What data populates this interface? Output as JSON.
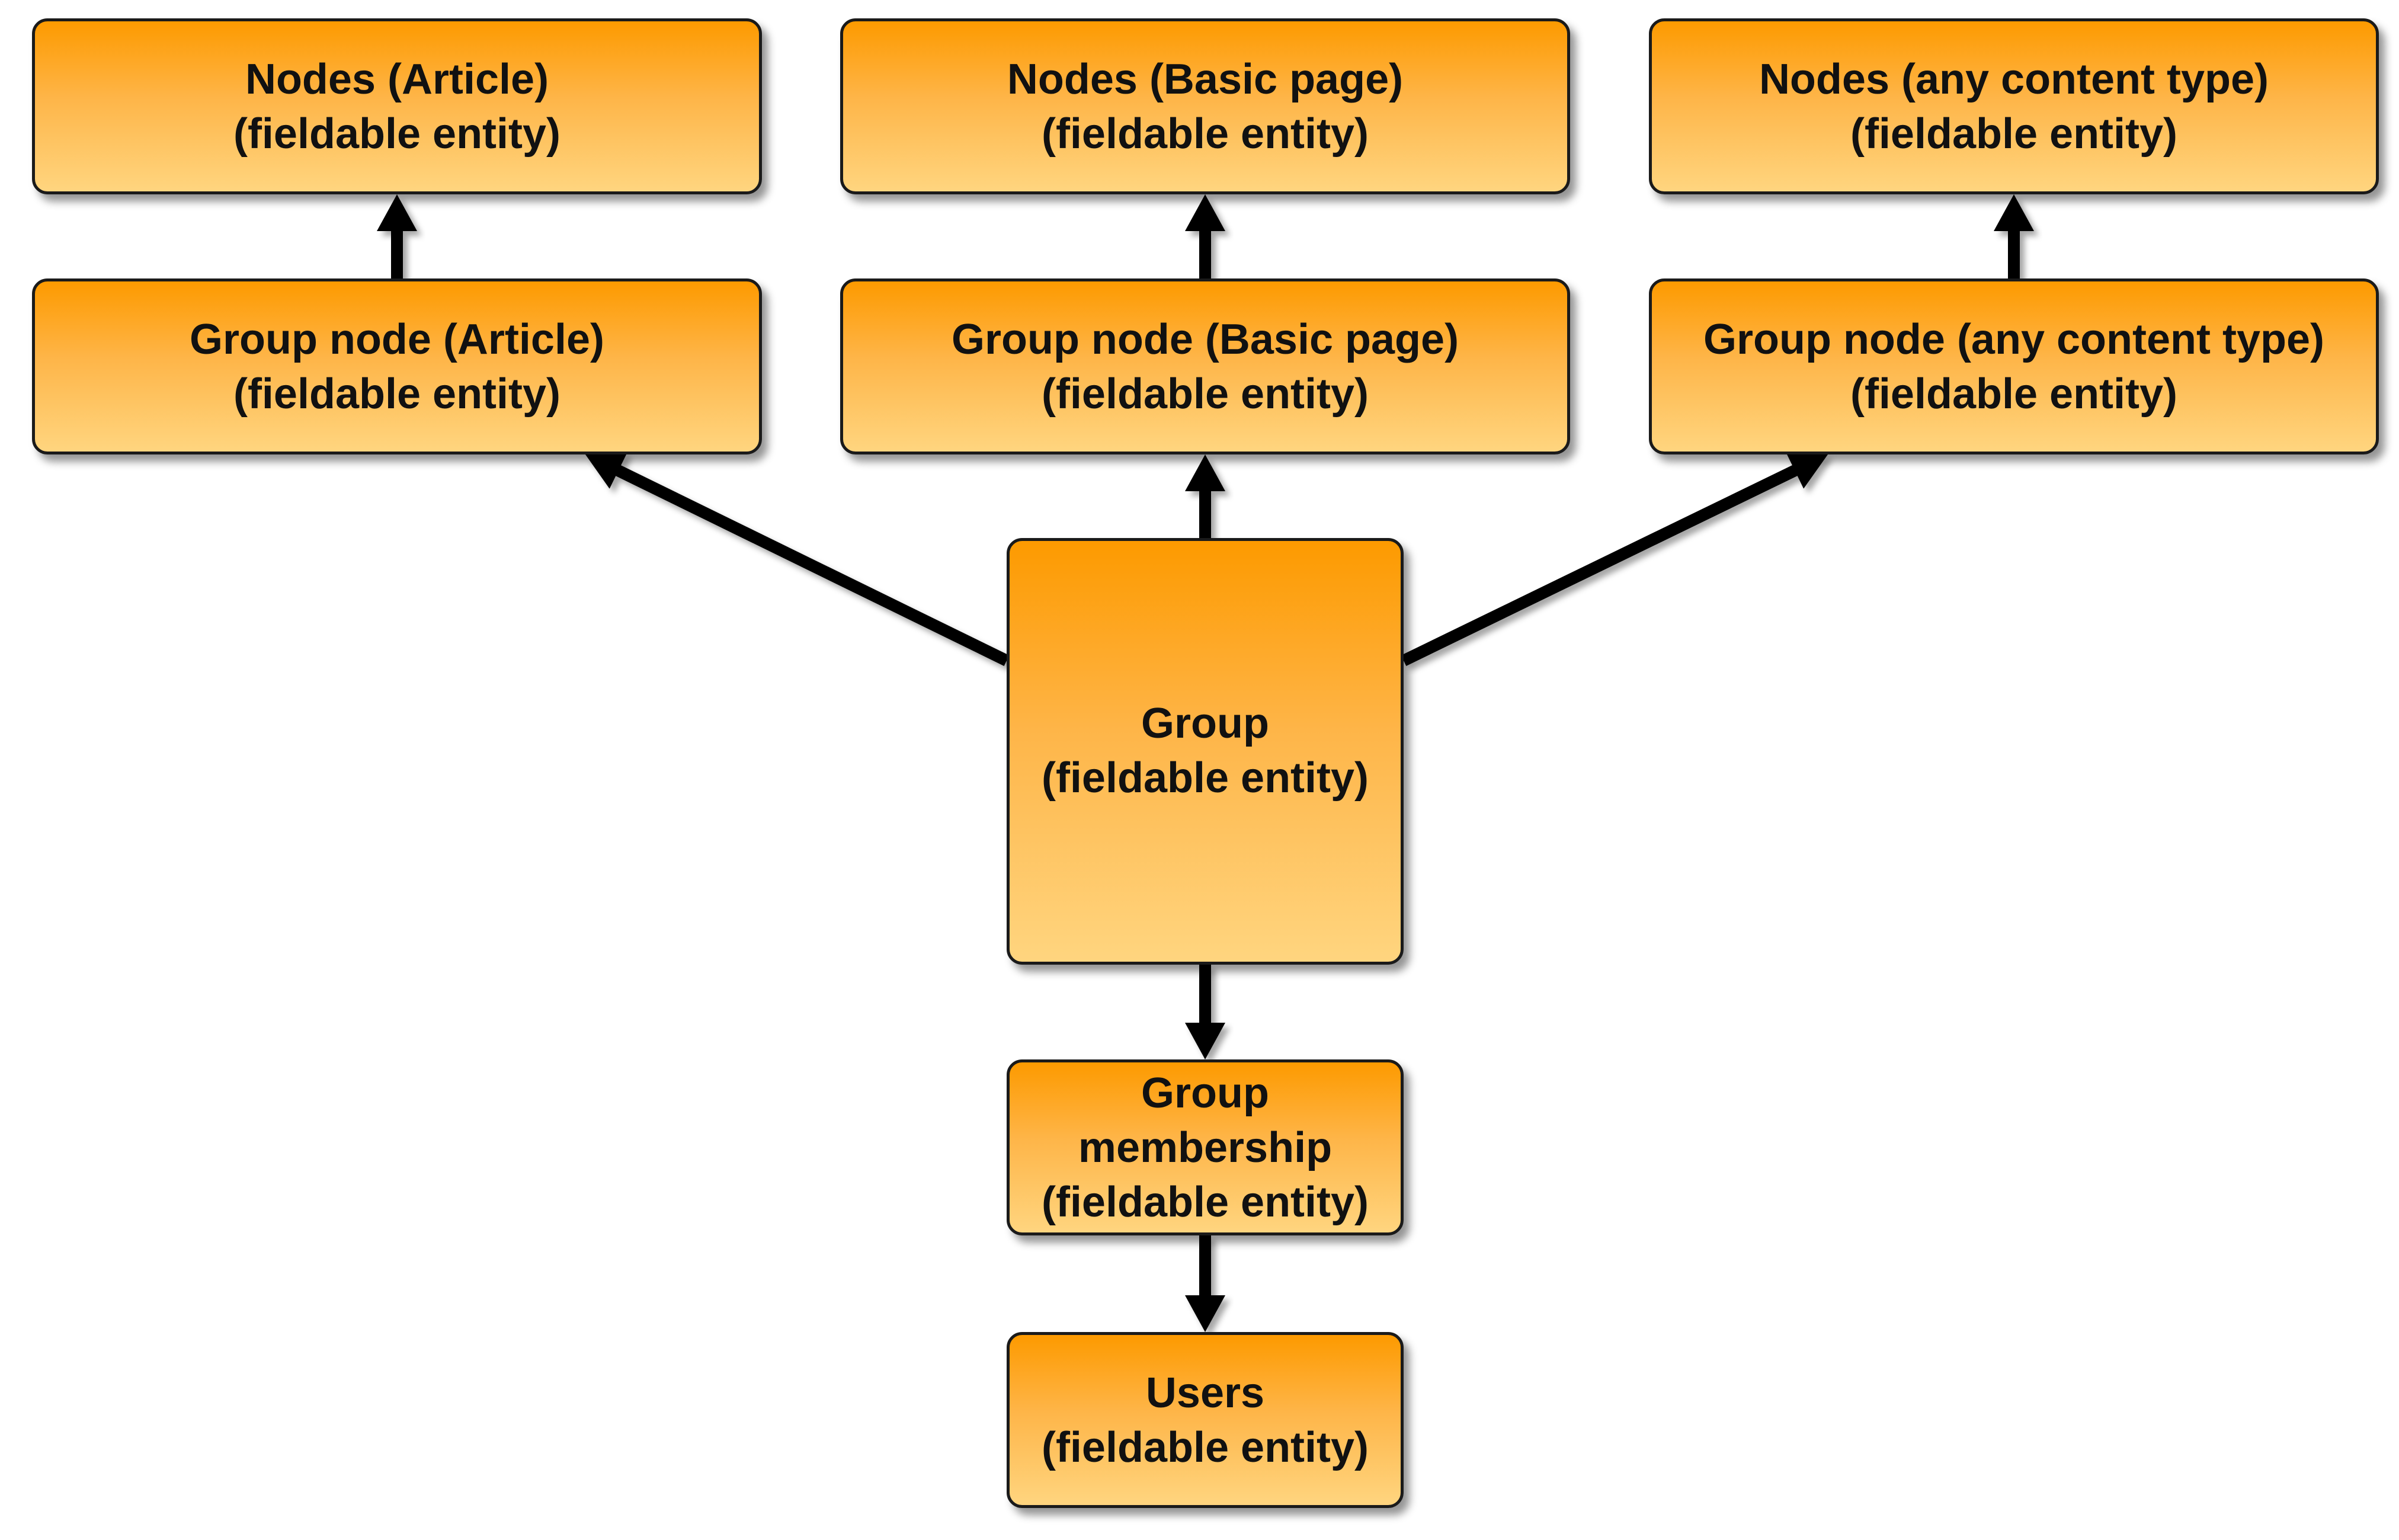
{
  "diagram": {
    "nodes": {
      "nodes_article": {
        "line1": "Nodes (Article)",
        "line2": "(fieldable entity)"
      },
      "nodes_basic_page": {
        "line1": "Nodes (Basic page)",
        "line2": "(fieldable entity)"
      },
      "nodes_any": {
        "line1": "Nodes (any content type)",
        "line2": "(fieldable entity)"
      },
      "group_node_article": {
        "line1": "Group node (Article)",
        "line2": "(fieldable entity)"
      },
      "group_node_basic_page": {
        "line1": "Group node (Basic page)",
        "line2": "(fieldable entity)"
      },
      "group_node_any": {
        "line1": "Group node (any content type)",
        "line2": "(fieldable entity)"
      },
      "group": {
        "line1": "Group",
        "line2": "(fieldable entity)"
      },
      "group_membership": {
        "line1": "Group",
        "line2": "membership",
        "line3": "(fieldable entity)"
      },
      "users": {
        "line1": "Users",
        "line2": "(fieldable entity)"
      }
    },
    "edges": [
      {
        "from": "group_node_article",
        "to": "nodes_article"
      },
      {
        "from": "group_node_basic_page",
        "to": "nodes_basic_page"
      },
      {
        "from": "group_node_any",
        "to": "nodes_any"
      },
      {
        "from": "group",
        "to": "group_node_article"
      },
      {
        "from": "group",
        "to": "group_node_basic_page"
      },
      {
        "from": "group",
        "to": "group_node_any"
      },
      {
        "from": "group",
        "to": "group_membership"
      },
      {
        "from": "group_membership",
        "to": "users"
      }
    ],
    "colors": {
      "box_gradient_top": "#fd9a00",
      "box_gradient_mid": "#feb548",
      "box_gradient_bottom": "#ffd57f",
      "outline": "#1a1a1a",
      "arrow": "#000000",
      "text": "#111111"
    }
  }
}
